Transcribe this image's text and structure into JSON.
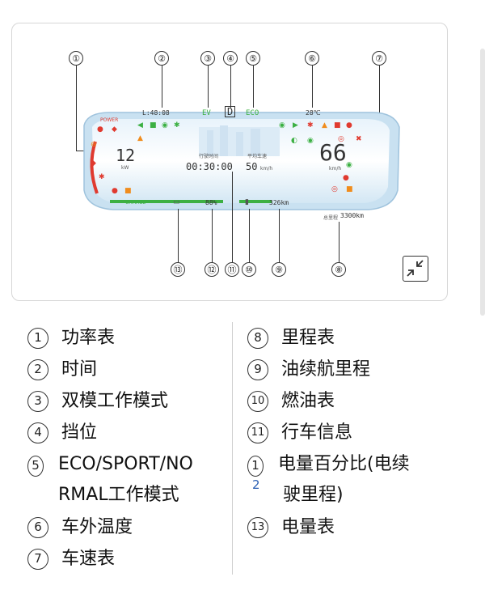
{
  "cluster": {
    "time": "L:48:08",
    "mode": "EV",
    "gear": "D",
    "drive_mode": "ECO",
    "outside_temp": "28℃",
    "power_value": "12",
    "power_unit": "kW",
    "power_label": "POWER",
    "speed_value": "66",
    "speed_unit": "km/h",
    "trip_title_1": "行驶时间",
    "trip_title_2": "平均车速",
    "trip_time": "00:30:00",
    "trip_speed": "50",
    "trip_speed_unit": "km/h",
    "charge_label": "CHARGE",
    "battery_percent": "88%",
    "ev_range": "326km",
    "odometer_label": "总里程",
    "odometer_value": "3300km"
  },
  "callouts": {
    "top": [
      "①",
      "②",
      "③",
      "④",
      "⑤",
      "⑥",
      "⑦"
    ],
    "bottom": [
      "⑬",
      "⑫",
      "⑪",
      "⑩",
      "⑨",
      "⑧"
    ]
  },
  "legend": {
    "left": [
      {
        "num": "1",
        "label": "功率表"
      },
      {
        "num": "2",
        "label": "时间"
      },
      {
        "num": "3",
        "label": "双模工作模式"
      },
      {
        "num": "4",
        "label": "挡位"
      },
      {
        "num": "5",
        "label": "ECO/SPORT/NO",
        "label2": "RMAL工作模式"
      },
      {
        "num": "6",
        "label": "车外温度"
      },
      {
        "num": "7",
        "label": "车速表"
      }
    ],
    "right": [
      {
        "num": "8",
        "label": "里程表"
      },
      {
        "num": "9",
        "label": "油续航里程"
      },
      {
        "num": "10",
        "label": "燃油表"
      },
      {
        "num": "11",
        "label": "行车信息"
      },
      {
        "num": "1",
        "num2": "2",
        "label": "电量百分比(电续",
        "label2": "驶里程)"
      },
      {
        "num": "13",
        "label": "电量表"
      }
    ]
  },
  "colors": {
    "accent_green": "#3cb043",
    "accent_red": "#e03a2f",
    "accent_orange": "#f08c1c",
    "cluster_blue": "#bcd9ee"
  }
}
